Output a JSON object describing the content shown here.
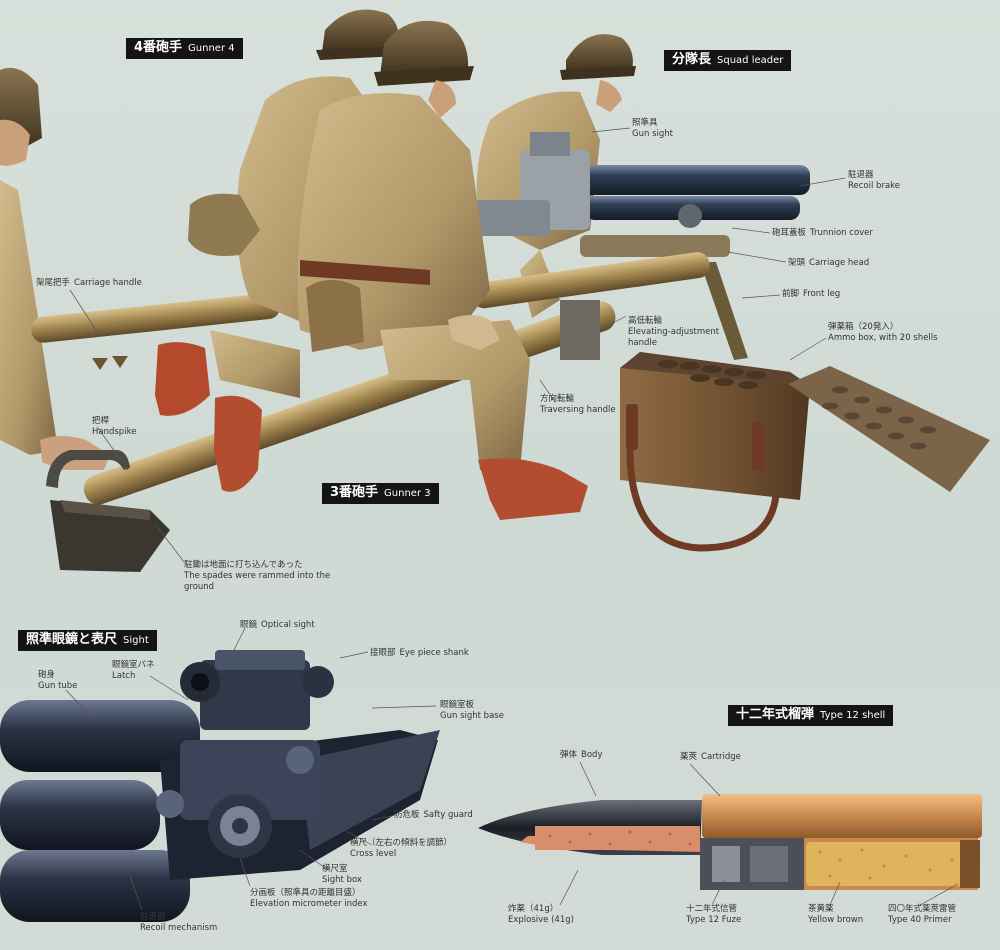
{
  "headings": {
    "gunner4": {
      "jp": "4番砲手",
      "en": "Gunner 4"
    },
    "squad_leader": {
      "jp": "分隊長",
      "en": "Squad leader"
    },
    "gunner3": {
      "jp": "3番砲手",
      "en": "Gunner 3"
    },
    "sight": {
      "jp": "照準眼鏡と表尺",
      "en": "Sight"
    },
    "shell": {
      "jp": "十二年式榴弾",
      "en": "Type 12 shell"
    }
  },
  "gun_labels": {
    "gun_sight": {
      "jp": "照準具",
      "en": "Gun sight"
    },
    "recoil_brake": {
      "jp": "駐退器",
      "en": "Recoil brake"
    },
    "trunnion_cover": {
      "jp": "砲耳蓋板",
      "en": "Trunnion cover"
    },
    "carriage_head": {
      "jp": "架頭",
      "en": "Carriage head"
    },
    "front_leg": {
      "jp": "前脚",
      "en": "Front leg"
    },
    "ammo_box": {
      "jp": "弾薬箱（20発入）",
      "en": "Ammo box, with 20 shells"
    },
    "elevating": {
      "jp": "高低転輪",
      "en": "Elevating-adjustment handle"
    },
    "traversing": {
      "jp": "方向転輪",
      "en": "Traversing handle"
    },
    "carriage_handle": {
      "jp": "架尾把手",
      "en": "Carriage handle"
    },
    "handspike": {
      "jp": "把桿",
      "en": "Handspike"
    },
    "spades": {
      "jp": "駐鋤は地面に打ち込んであった",
      "en": "The spades were rammed into the ground"
    }
  },
  "sight_labels": {
    "optical_sight": {
      "jp": "眼鏡",
      "en": "Optical sight"
    },
    "eye_piece": {
      "jp": "接眼部",
      "en": "Eye piece shank"
    },
    "gun_tube": {
      "jp": "砲身",
      "en": "Gun tube"
    },
    "latch": {
      "jp": "眼鏡室バネ",
      "en": "Latch"
    },
    "gun_sight_base": {
      "jp": "眼鏡室板",
      "en": "Gun sight base"
    },
    "safety_guard": {
      "jp": "防危板",
      "en": "Safty guard"
    },
    "cross_level": {
      "jp": "横尺（左右の傾斜を調節）",
      "en": "Cross level"
    },
    "sight_box": {
      "jp": "横尺室",
      "en": "Sight box"
    },
    "elevation_index": {
      "jp": "分画板（照準具の距離目盛）",
      "en": "Elevation micrometer index"
    },
    "recoil_mechanism": {
      "jp": "駐退器",
      "en": "Recoil mechanism"
    }
  },
  "shell_labels": {
    "body": {
      "jp": "弾体",
      "en": "Body"
    },
    "cartridge": {
      "jp": "薬莢",
      "en": "Cartridge"
    },
    "explosive": {
      "jp": "炸薬（41g）",
      "en": "Explosive (41g)"
    },
    "fuze": {
      "jp": "十二年式信管",
      "en": "Type 12 Fuze"
    },
    "yellow_brown": {
      "jp": "茶黄薬",
      "en": "Yellow brown"
    },
    "primer": {
      "jp": "四〇年式薬莢雷管",
      "en": "Type 40 Primer"
    }
  },
  "colors": {
    "background": "#d3dcd6",
    "uniform": "#b29a6c",
    "uniform_shadow": "#7c6745",
    "helmet": "#5b4a2e",
    "barrel": "#2f3f55",
    "steel": "#9aa2a8",
    "leather": "#6e3a24",
    "boots": "#b24d2f",
    "brass": "#c8894c",
    "explosive": "#d98e6b",
    "powder": "#e0b45c",
    "label_bg": "#141414"
  }
}
